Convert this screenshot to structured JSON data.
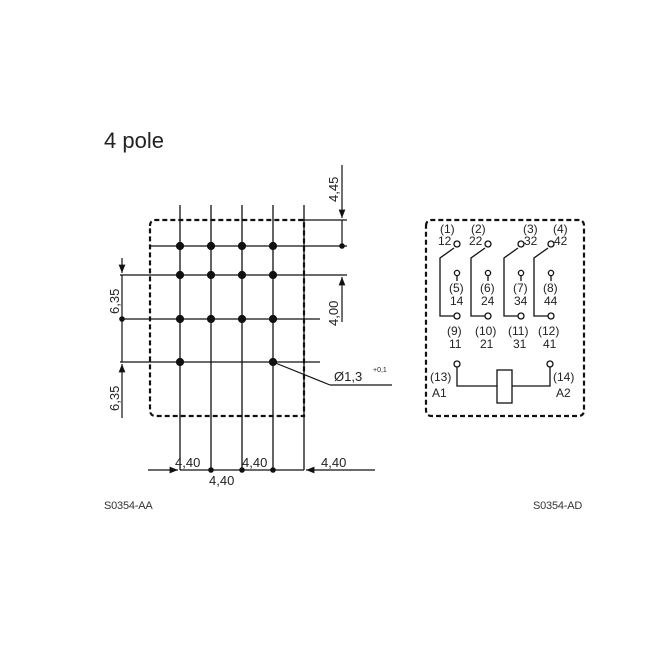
{
  "title": "4 pole",
  "footprint": {
    "code": "S0354-AA",
    "pitch_h": "4,40",
    "pitch_v_top": "4,45",
    "pitch_v_mid": "4,00",
    "pitch_v_left_top": "6,35",
    "pitch_v_left_bottom": "6,35",
    "hole_diameter": "Ø1,3",
    "hole_tolerance": "+0,1",
    "bottom_dims": [
      "4,40",
      "4,40",
      "4,40",
      "4,40"
    ],
    "columns_x": [
      180,
      211,
      242,
      273,
      304
    ],
    "rows_y": [
      246,
      275,
      319,
      362
    ],
    "pins": [
      {
        "row": 0,
        "cols": [
          0,
          1,
          2,
          3
        ]
      },
      {
        "row": 1,
        "cols": [
          0,
          1,
          2,
          3
        ]
      },
      {
        "row": 2,
        "cols": [
          0,
          1,
          2,
          3
        ]
      },
      {
        "row": 3,
        "cols": [
          0,
          3
        ]
      }
    ]
  },
  "schematic": {
    "code": "S0354-AD",
    "contacts": [
      {
        "top_pin": "(1)",
        "top_num": "12",
        "mid_pin": "(5)",
        "mid_num": "14",
        "bot_pin": "(9)",
        "bot_num": "11"
      },
      {
        "top_pin": "(2)",
        "top_num": "22",
        "mid_pin": "(6)",
        "mid_num": "24",
        "bot_pin": "(10)",
        "bot_num": "21"
      },
      {
        "top_pin": "(3)",
        "top_num": "32",
        "mid_pin": "(7)",
        "mid_num": "34",
        "bot_pin": "(11)",
        "bot_num": "31"
      },
      {
        "top_pin": "(4)",
        "top_num": "42",
        "mid_pin": "(8)",
        "mid_num": "44",
        "bot_pin": "(12)",
        "bot_num": "41"
      }
    ],
    "coil": {
      "a1_pin": "(13)",
      "a1_label": "A1",
      "a2_pin": "(14)",
      "a2_label": "A2"
    }
  }
}
